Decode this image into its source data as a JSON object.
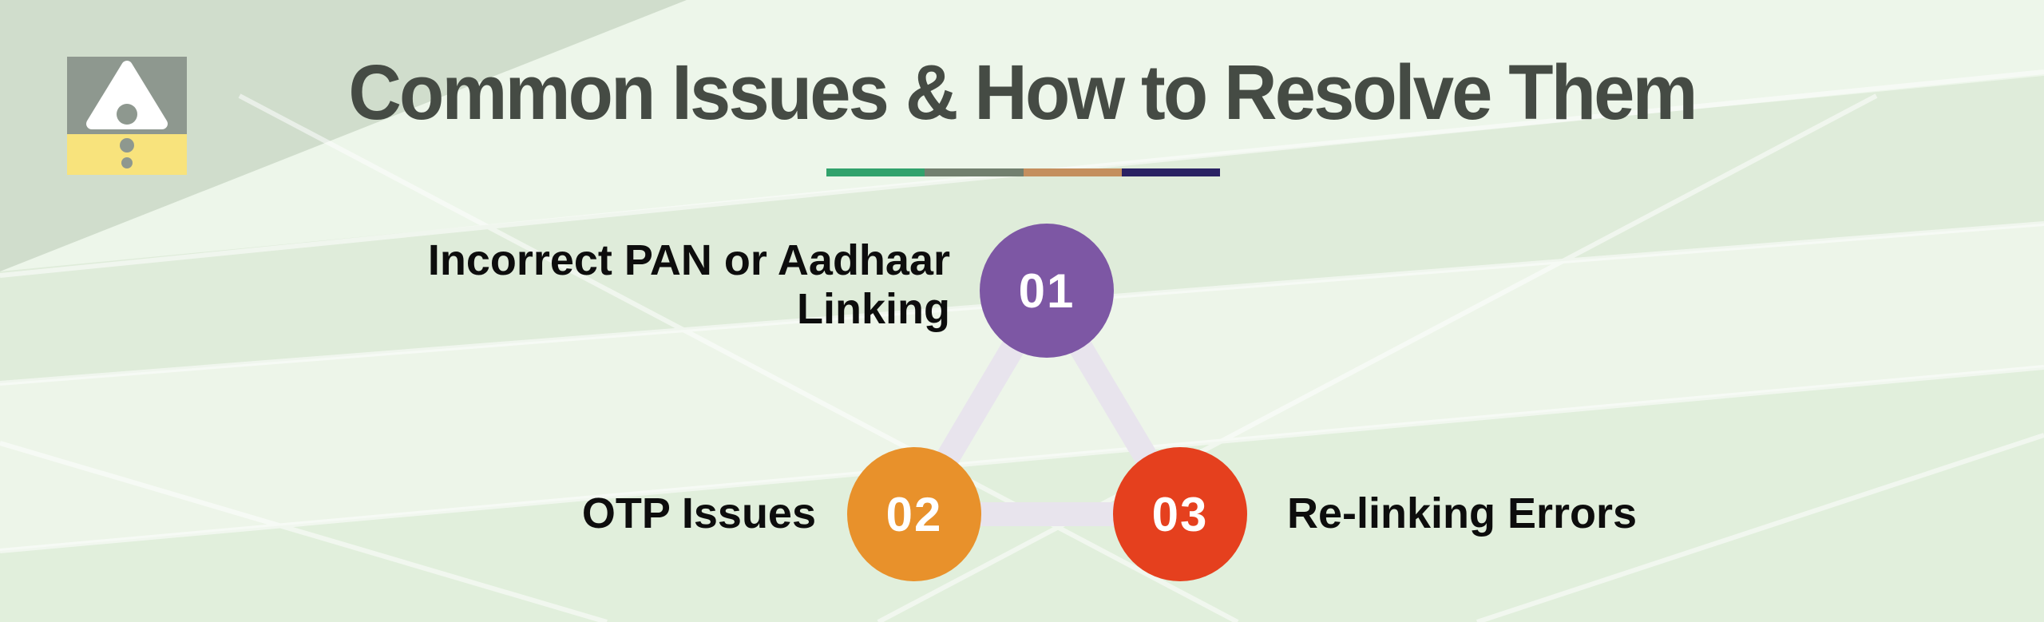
{
  "header": {
    "title": "Common Issues & How to Resolve Them",
    "icon": "warning-exclamation-icon",
    "divider_colors": [
      "#31a26c",
      "#72806f",
      "#c48f5e",
      "#2a2263"
    ]
  },
  "diagram": {
    "type": "numbered-triangle",
    "connector_color": "#e8e4ed",
    "items": [
      {
        "number": "01",
        "label": "Incorrect PAN or Aadhaar\nLinking",
        "color": "#7d57a4"
      },
      {
        "number": "02",
        "label": "OTP Issues",
        "color": "#e8912b"
      },
      {
        "number": "03",
        "label": "Re-linking Errors",
        "color": "#e5401e"
      }
    ]
  },
  "colors": {
    "background": "#e6f2e1",
    "title_text": "#454b44",
    "label_text": "#0d0d0d",
    "icon_gray": "#8e988f",
    "icon_yellow": "#f8e37c"
  }
}
